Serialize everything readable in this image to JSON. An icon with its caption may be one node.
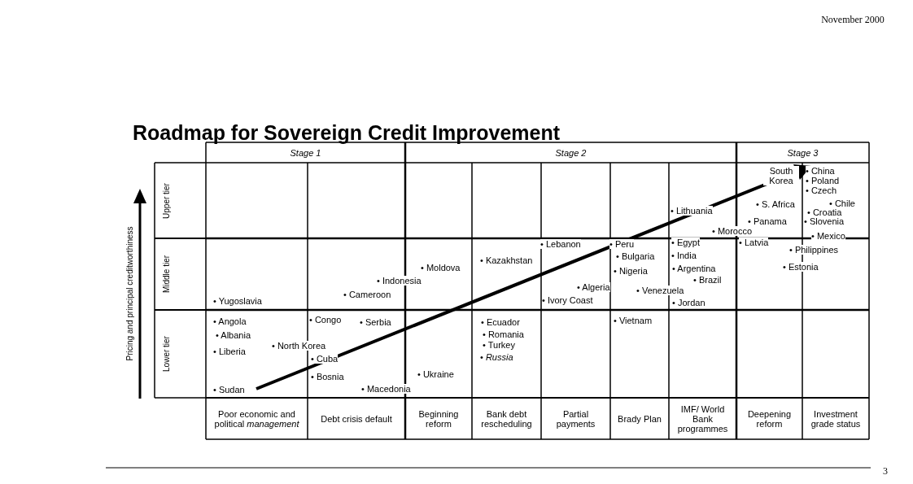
{
  "diagram": {
    "title": "Roadmap for Sovereign Credit Improvement",
    "nodes": [
      {
        "text": [
          "Stage 1"
        ]
      },
      {
        "text": [
          "Stage 2"
        ]
      },
      {
        "text": [
          "Stage 3"
        ]
      },
      {
        "text": [
          "Poor economic and political *management*"
        ]
      },
      {
        "text": [
          "Debt crisis default"
        ]
      },
      {
        "text": [
          "Beginning reform"
        ]
      },
      {
        "text": [
          "Bank debt rescheduling"
        ]
      },
      {
        "text": [
          "Partial payments"
        ]
      },
      {
        "text": [
          "Brady Plan"
        ]
      },
      {
        "text": [
          "IMF/ World Bank programmes"
        ]
      },
      {
        "text": [
          "Deepening reform"
        ]
      },
      {
        "text": [
          "Investment grade status"
        ]
      }
    ],
    "edges": [],
    "labels": [
      "November 2000",
      "Pricing and principal creditworthiness",
      "Upper tier",
      "Middle tier",
      "Lower tier",
      "• Yugoslavia",
      "• Angola",
      "• Albania",
      "• Liberia",
      "• North Korea",
      "• Sudan",
      "• Congo",
      "• Serbia",
      "• Cuba",
      "• Bosnia",
      "• Macedonia",
      "• Cameroon",
      "• Indonesia",
      "• Moldova",
      "• Ukraine",
      "• Kazakhstan",
      "• Ecuador",
      "• Romania",
      "• Turkey",
      "• *Russia*",
      "• Lebanon",
      "• Ivory Coast",
      "• Algeria",
      "• Peru",
      "• Bulgaria",
      "• Nigeria",
      "• Venezuela",
      "• Vietnam",
      "• Lithuania",
      "• Egypt",
      "• India",
      "• Argentina",
      "• Brazil",
      "• Jordan",
      "• Morocco",
      "• Latvia",
      "• Panama",
      "• S. Africa",
      "South Korea",
      "• China",
      "• Poland",
      "• Czech",
      "• Chile",
      "• Croatia",
      "• Slovenia",
      "• Mexico",
      "• Philippines",
      "• Estonia",
      "3"
    ]
  }
}
